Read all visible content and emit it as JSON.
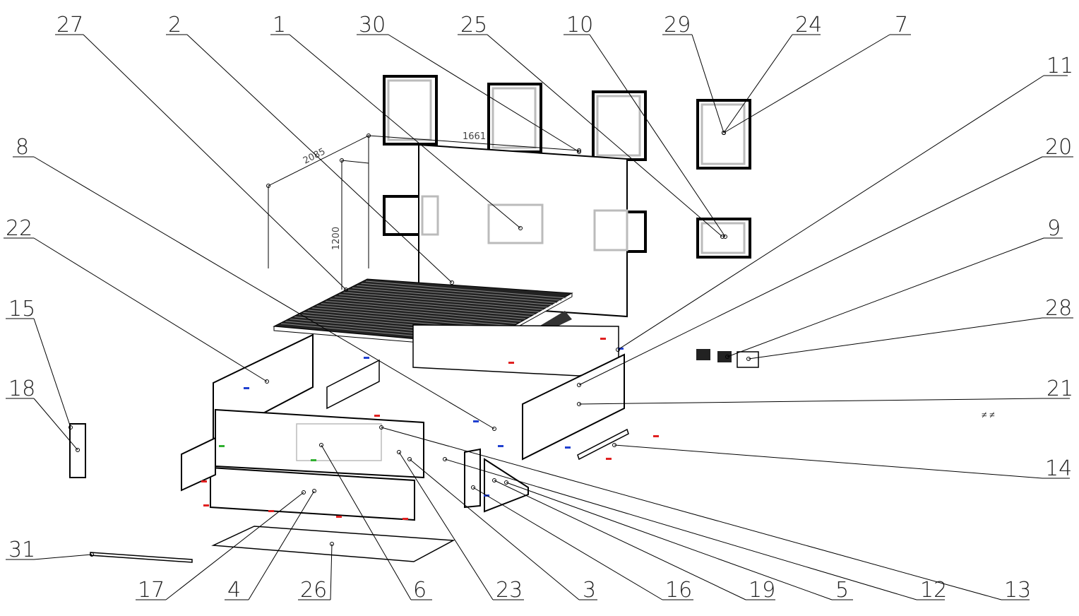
{
  "callouts": {
    "top": [
      "27",
      "2",
      "1",
      "30",
      "25",
      "10",
      "29",
      "24",
      "7"
    ],
    "right": [
      "11",
      "20",
      "9",
      "28",
      "21",
      "14"
    ],
    "left": [
      "8",
      "22",
      "15",
      "18",
      "31"
    ],
    "bottom": [
      "17",
      "4",
      "26",
      "6",
      "23",
      "3",
      "16",
      "19",
      "5",
      "12",
      "13"
    ]
  },
  "dimensions": {
    "depth": "2085",
    "width": "1661",
    "height": "1200"
  },
  "colors": {
    "line": "#000000",
    "hidden": "#bbbbbb",
    "red_marker": "#e02020",
    "blue_marker": "#2040d0",
    "green_marker": "#30b030"
  }
}
